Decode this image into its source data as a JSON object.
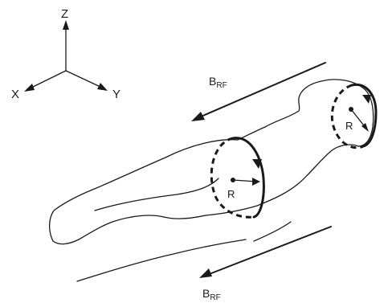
{
  "axes": {
    "z_label": "Z",
    "x_label": "X",
    "y_label": "Y"
  },
  "field": {
    "top_label": {
      "main": "B",
      "sub": "RF"
    },
    "bottom_label": {
      "main": "B",
      "sub": "RF"
    }
  },
  "loops": {
    "head_radius_label": "R",
    "body_radius_label": "R"
  }
}
